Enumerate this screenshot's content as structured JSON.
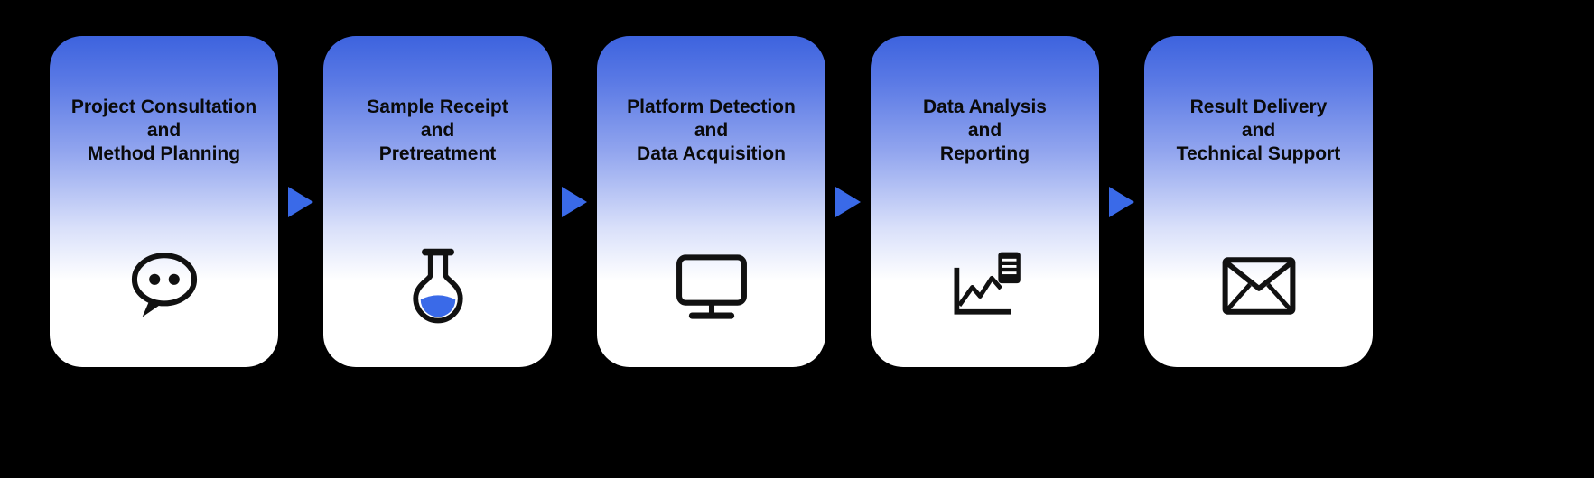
{
  "colors": {
    "background": "#000000",
    "card_top_blue": "#3d63de",
    "card_bottom": "#ffffff",
    "arrow_blue": "#3a6ae8",
    "flask_liquid_blue": "#3a6ae8",
    "icon_black": "#111111",
    "text": "#0a0a0a"
  },
  "steps": [
    {
      "line1": "Project Consultation",
      "line2": "and",
      "line3": "Method Planning",
      "icon": "chat-icon"
    },
    {
      "line1": "Sample Receipt",
      "line2": "and",
      "line3": "Pretreatment",
      "icon": "flask-icon"
    },
    {
      "line1": "Platform Detection",
      "line2": "and",
      "line3": "Data Acquisition",
      "icon": "monitor-icon"
    },
    {
      "line1": "Data Analysis",
      "line2": "and",
      "line3": "Reporting",
      "icon": "chart-report-icon"
    },
    {
      "line1": "Result Delivery",
      "line2": "and",
      "line3": "Technical Support",
      "icon": "envelope-icon"
    }
  ],
  "arrow": {
    "direction": "right"
  }
}
